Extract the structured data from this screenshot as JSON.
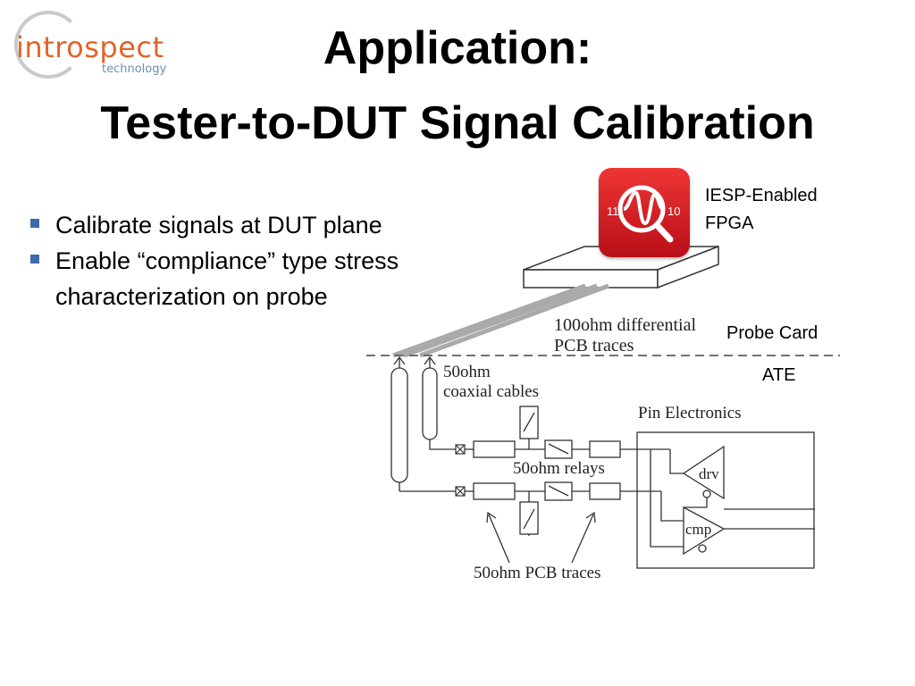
{
  "logo": {
    "main": "introspect",
    "sub": "technology"
  },
  "title": {
    "line1": "Application:",
    "line2": "Tester-to-DUT Signal Calibration"
  },
  "bullets": [
    "Calibrate signals at DUT plane",
    "Enable “compliance” type  stress characterization on probe"
  ],
  "labels": {
    "fpga_line1": "IESP-Enabled",
    "fpga_line2": "FPGA",
    "probe_card": "Probe Card",
    "ate": "ATE"
  },
  "diagram_text": {
    "pcb_traces_line1": "100ohm differential",
    "pcb_traces_line2": "PCB traces",
    "coax_line1": "50ohm",
    "coax_line2": "coaxial cables",
    "pin_electronics": "Pin Electronics",
    "relays": "50ohm relays",
    "drv": "drv",
    "cmp": "cmp",
    "pcb50": "50ohm PCB traces"
  },
  "chip": {
    "left_digits": "11",
    "right_digits": "10",
    "icon": "waveform-magnifier-icon"
  },
  "colors": {
    "chip_red": "#d41c24",
    "bullet": "#3d6aa8",
    "logo_orange": "#e0652a",
    "logo_blue": "#6a8fb0"
  }
}
